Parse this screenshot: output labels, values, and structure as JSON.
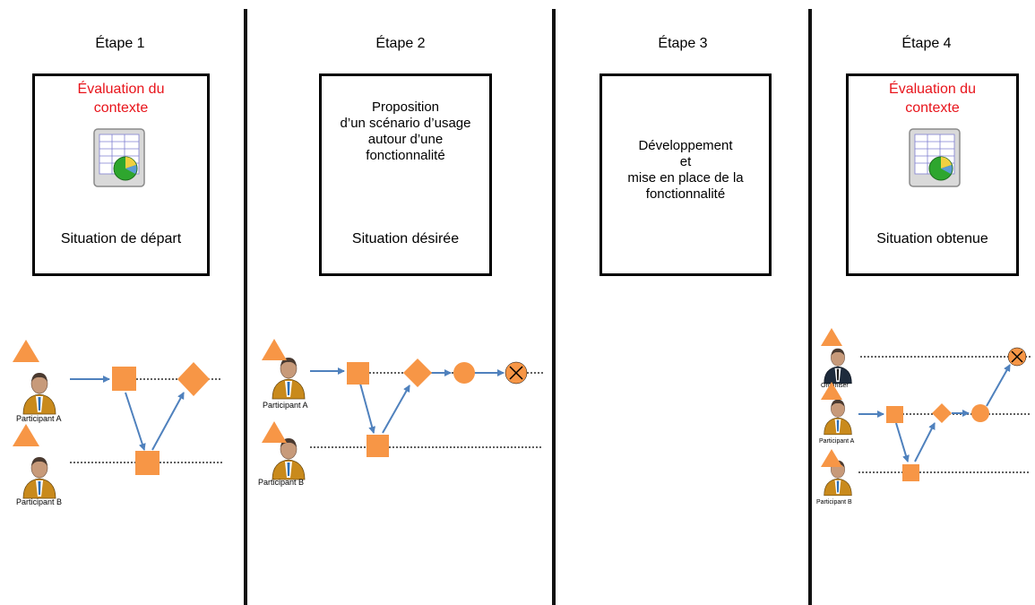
{
  "stages": [
    {
      "title": "Étape 1",
      "box_lines": [
        "Évaluation du",
        "contexte"
      ],
      "box_red": true,
      "situation": "Situation de départ",
      "icon": "spreadsheet-chart-icon"
    },
    {
      "title": "Étape 2",
      "box_lines": [
        "Proposition",
        "d’un scénario d’usage",
        "autour d’une",
        "fonctionnalité"
      ],
      "box_red": false,
      "situation": "Situation désirée"
    },
    {
      "title": "Étape 3",
      "box_lines": [
        "Développement",
        "et",
        "mise en place de la",
        "fonctionnalité"
      ],
      "box_red": false,
      "situation": ""
    },
    {
      "title": "Étape 4",
      "box_lines": [
        "Évaluation du",
        "contexte"
      ],
      "box_red": true,
      "situation": "Situation obtenue",
      "icon": "spreadsheet-chart-icon"
    }
  ],
  "participants": {
    "a": "Participant A",
    "b": "Participant B",
    "organiser": "Organiser"
  },
  "colors": {
    "shape": "#f79646",
    "arrow": "#4f81bd",
    "red_text": "#e8141b",
    "separator": "#111111"
  }
}
